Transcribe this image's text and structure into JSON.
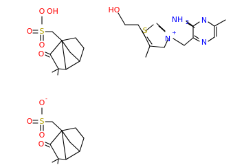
{
  "colors": {
    "carbon": "#000000",
    "oxygen": "#ff0000",
    "nitrogen": "#0000ff",
    "sulfur": "#b2a200"
  },
  "camphorsulfonic_acid": {
    "O_top": "O",
    "OH": "OH",
    "S": "S",
    "O_bottom": "O",
    "O_ketone": "O"
  },
  "camphorsulfonate": {
    "O_minus": "O",
    "charge": "-",
    "S": "S",
    "O_left": "O",
    "O_bottom": "O",
    "O_ketone": "O"
  },
  "thiamine": {
    "HO": "HO",
    "S": "S",
    "N_plus": "N",
    "charge": "+",
    "NH2": "NH",
    "NH2_sub": "2",
    "N_ring_top": "N",
    "N_ring_bottom": "N"
  }
}
